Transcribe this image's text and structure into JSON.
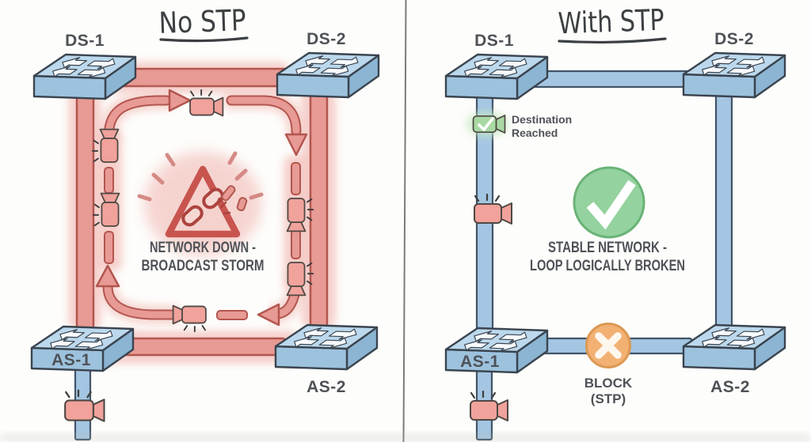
{
  "left_panel": {
    "title": "No STP",
    "labels": {
      "ds1": "DS-1",
      "ds2": "DS-2",
      "as1": "AS-1",
      "as2": "AS-2"
    },
    "warning": {
      "line1": "NETWORK DOWN -",
      "line2": "BROADCAST STORM"
    }
  },
  "right_panel": {
    "title": "With STP",
    "labels": {
      "ds1": "DS-1",
      "ds2": "DS-2",
      "as1": "AS-1",
      "as2": "AS-2"
    },
    "status": {
      "line1": "STABLE NETWORK -",
      "line2": "LOOP LOGICALLY BROKEN"
    },
    "destination": {
      "line1": "Destination",
      "line2": "Reached"
    },
    "block": {
      "line1": "BLOCK",
      "line2": "(STP)"
    }
  },
  "colors": {
    "link_red": "#e89a94",
    "link_red_outline": "#b2564f",
    "glow_red": "#f4c8c3",
    "link_blue": "#a4c6e3",
    "link_blue_outline": "#415568",
    "switch_top": "#bcd8ec",
    "switch_front": "#9dc2de",
    "switch_side": "#8cb5d3",
    "switch_outline": "#3a444f",
    "camera_red": "#f0a29b",
    "camera_green": "#a9d9a3",
    "success_green": "#94d29f",
    "block_orange": "#f2b173",
    "text_dark": "#4e5257",
    "title_ink": "#3c4043",
    "warning_red": "#c8544e"
  }
}
